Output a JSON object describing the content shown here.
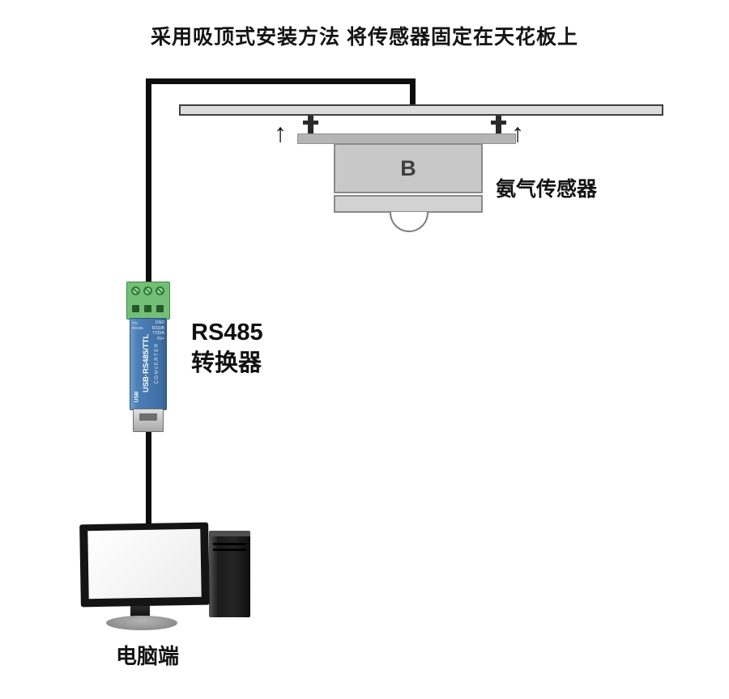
{
  "title": "采用吸顶式安装方法 将传感器固定在天花板上",
  "sensor": {
    "letter": "B",
    "label": "氨气传感器"
  },
  "converter": {
    "label_line1": "RS485",
    "label_line2": "转换器",
    "body_text": "USB·RS485/TTL",
    "body_subtext": "CONVERTER",
    "usb_text": "USB",
    "pins": [
      "GND",
      "RXD/B",
      "TXD/A",
      "5V+"
    ],
    "jumper": [
      "TTL",
      "RS485"
    ]
  },
  "computer": {
    "label": "电脑端"
  },
  "icons": {
    "up_arrow": "↑"
  },
  "colors": {
    "cable": "#0d0d0d",
    "ceiling_fill": "#dcdcdc",
    "ceiling_border": "#3f3f3f",
    "plate_fill": "#b5b5b5",
    "sensor_fill": "#c8c8c8",
    "sensor_border": "#8a8a8a",
    "terminal_green": "#74bf77",
    "body_blue": "#4a7fb5",
    "usb_silver": "#a8a8a8",
    "monitor_black": "#141414",
    "screen_white": "#ececec",
    "tower_dark": "#1b1b1b",
    "text": "#141414"
  }
}
